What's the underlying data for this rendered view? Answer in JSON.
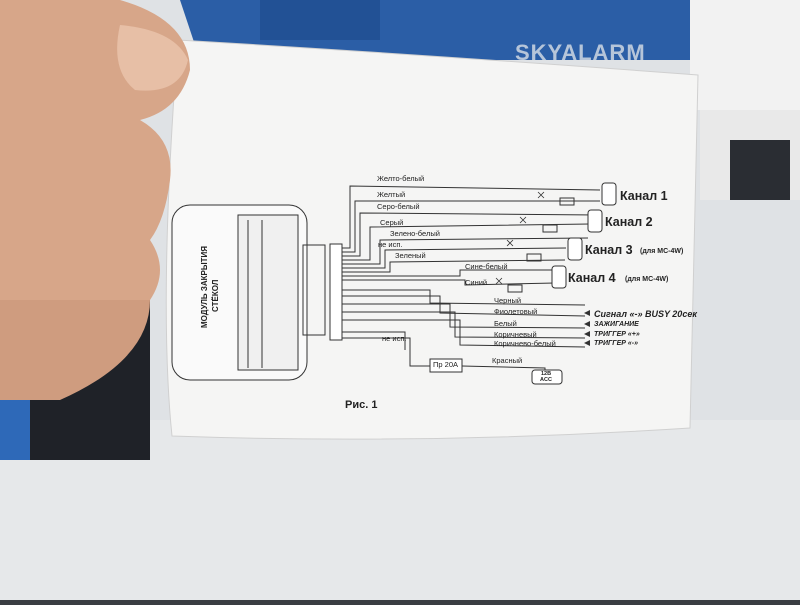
{
  "background": {
    "brand_text": "SKYALARM",
    "colors": {
      "table": "#e3e6e9",
      "box_blue": "#2a5fa8",
      "paper": "#f4f4f4",
      "skin": "#d9a98a"
    }
  },
  "diagram": {
    "module_label_line1": "МОДУЛЬ ЗАКРЫТИЯ",
    "module_label_line2": "СТЁКОЛ",
    "wires": {
      "w1": "Желто-белый",
      "w2": "Желтый",
      "w3": "Серо-белый",
      "w4": "Серый",
      "w5": "Зелено-белый",
      "w6": "не исп.",
      "w7": "Зеленый",
      "w8": "Сине-белый",
      "w9": "Синий",
      "w10": "Черный",
      "w11": "Фиолетовый",
      "w12": "Белый",
      "w13": "Коричневый",
      "w14": "Коричнево-белый",
      "w15": "не исп.",
      "w16": "Красный"
    },
    "channels": {
      "c1": "Канал 1",
      "c2": "Канал 2",
      "c3": "Канал 3",
      "c3_note": "(для MC-4W)",
      "c4": "Канал 4",
      "c4_note": "(для MC-4W)"
    },
    "signals": {
      "s1": "Сигнал «-» BUSY 20сек",
      "s2": "ЗАЖИГАНИЕ",
      "s3": "ТРИГГЕР «+»",
      "s4": "ТРИГГЕР «-»"
    },
    "fuse_label": "Пр 20А",
    "acc_line1": "12В",
    "acc_line2": "ACC",
    "caption": "Рис. 1"
  }
}
